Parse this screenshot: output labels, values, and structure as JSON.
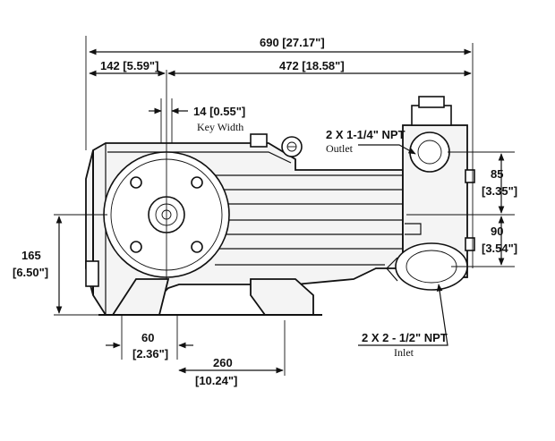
{
  "dimensions": {
    "overall_length": "690 [27.17\"]",
    "left_offset": "142 [5.59\"]",
    "right_span": "472 [18.58\"]",
    "key_width_value": "14 [0.55\"]",
    "key_width_label": "Key Width",
    "outlet_height_mm": "85",
    "outlet_height_in": "[3.35\"]",
    "inlet_height_mm": "90",
    "inlet_height_in": "[3.54\"]",
    "shaft_height_mm": "165",
    "shaft_height_in": "[6.50\"]",
    "foot_width_mm": "60",
    "foot_width_in": "[2.36\"]",
    "foot_spacing_mm": "260",
    "foot_spacing_in": "[10.24\"]"
  },
  "callouts": {
    "outlet_size": "2 X 1-1/4\" NPT",
    "outlet_label": "Outlet",
    "inlet_size": "2 X 2 - 1/2\" NPT",
    "inlet_label": "Inlet"
  }
}
